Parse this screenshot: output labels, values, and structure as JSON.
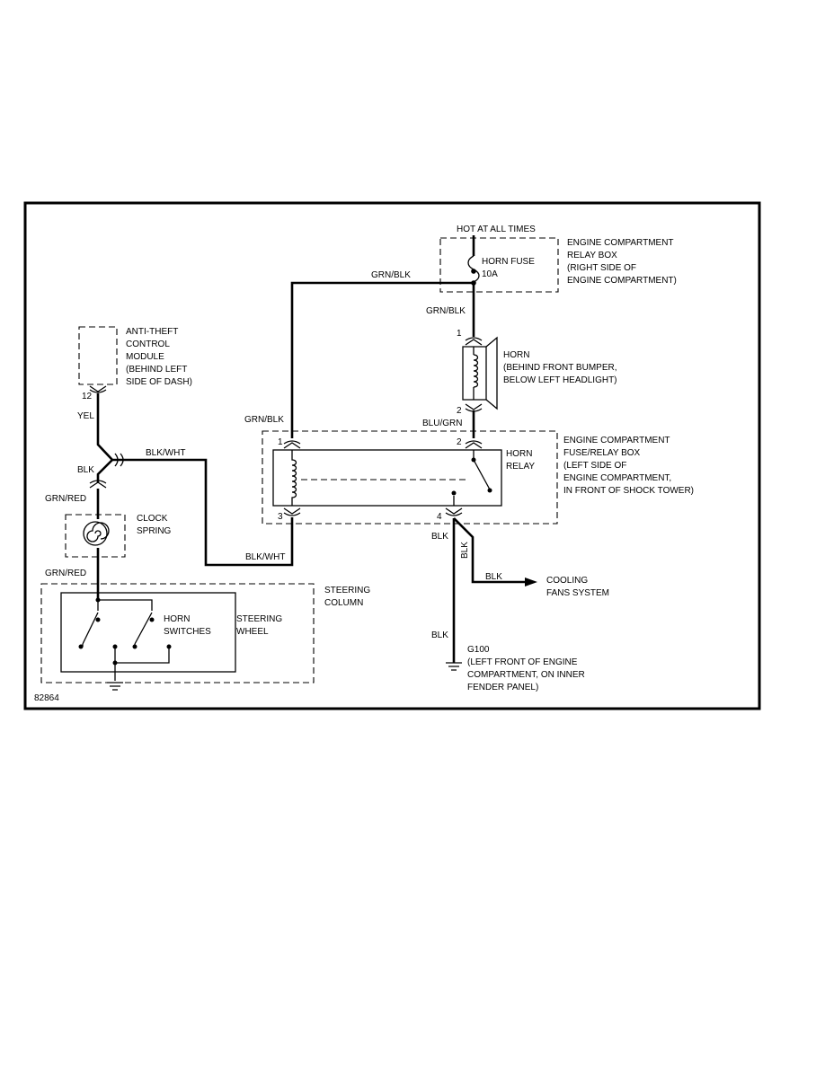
{
  "diagram_id": "82864",
  "labels": {
    "hot_at_all_times": "HOT AT ALL TIMES",
    "relay_box_top": [
      "ENGINE COMPARTMENT",
      "RELAY BOX",
      "(RIGHT SIDE OF",
      "ENGINE COMPARTMENT)"
    ],
    "horn_fuse": [
      "HORN FUSE",
      "10A"
    ],
    "anti_theft": [
      "ANTI-THEFT",
      "CONTROL",
      "MODULE",
      "(BEHIND LEFT",
      "SIDE OF DASH)"
    ],
    "horn": [
      "HORN",
      "(BEHIND FRONT BUMPER,",
      "BELOW LEFT HEADLIGHT)"
    ],
    "fuse_relay_box": [
      "ENGINE COMPARTMENT",
      "FUSE/RELAY BOX",
      "(LEFT SIDE OF",
      "ENGINE COMPARTMENT,",
      "IN FRONT OF SHOCK TOWER)"
    ],
    "horn_relay": [
      "HORN",
      "RELAY"
    ],
    "clock_spring": [
      "CLOCK",
      "SPRING"
    ],
    "steering_column": [
      "STEERING",
      "COLUMN"
    ],
    "horn_switches": [
      "HORN",
      "SWITCHES"
    ],
    "steering_wheel": [
      "STEERING",
      "WHEEL"
    ],
    "cooling_fans": [
      "COOLING",
      "FANS SYSTEM"
    ],
    "ground": [
      "G100",
      "(LEFT FRONT OF ENGINE",
      "COMPARTMENT, ON INNER",
      "FENDER PANEL)"
    ]
  },
  "wires": {
    "grn_blk": "GRN/BLK",
    "blu_grn": "BLU/GRN",
    "yel": "YEL",
    "blk_wht": "BLK/WHT",
    "blk": "BLK",
    "grn_red": "GRN/RED"
  },
  "pins": {
    "module_12": "12",
    "horn_1": "1",
    "horn_2": "2",
    "relay_1": "1",
    "relay_2": "2",
    "relay_3": "3",
    "relay_4": "4"
  }
}
